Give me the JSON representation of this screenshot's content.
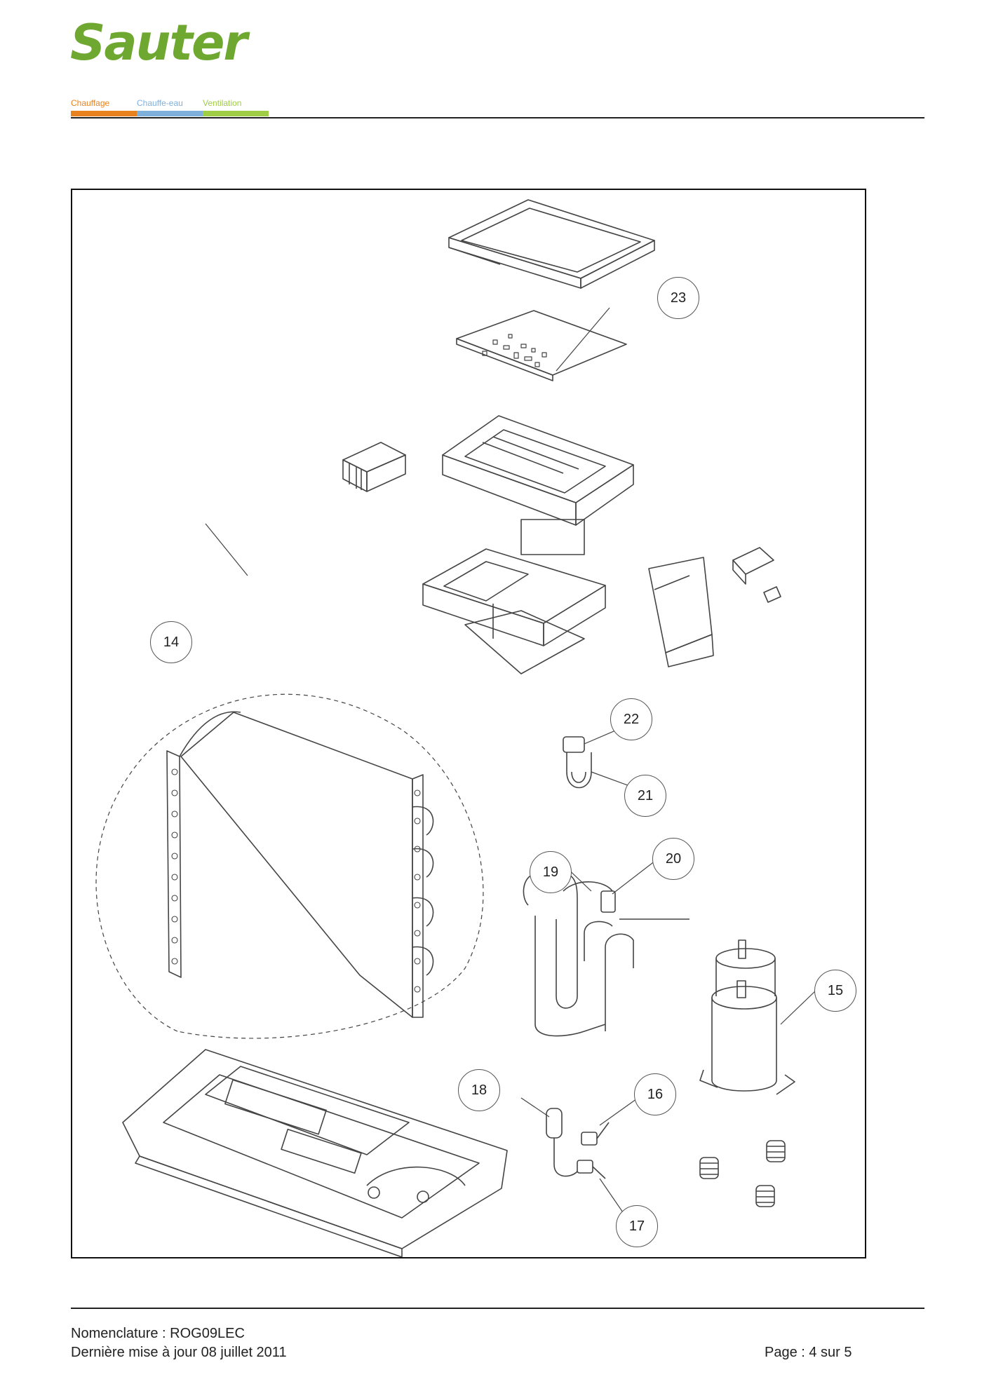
{
  "header": {
    "logo": "Sauter",
    "tabs": [
      {
        "label": "Chauffage",
        "color": "#e8821e"
      },
      {
        "label": "Chauffe-eau",
        "color": "#7fb0dc"
      },
      {
        "label": "Ventilation",
        "color": "#9fcd45"
      }
    ]
  },
  "diagram": {
    "callouts": [
      {
        "label": "23"
      },
      {
        "label": "14"
      },
      {
        "label": "22"
      },
      {
        "label": "21"
      },
      {
        "label": "19"
      },
      {
        "label": "20"
      },
      {
        "label": "15"
      },
      {
        "label": "18"
      },
      {
        "label": "16"
      },
      {
        "label": "17"
      }
    ]
  },
  "footer": {
    "nomenclature": "Nomenclature : ROG09LEC",
    "updated": "Dernière mise à jour 08 juillet 2011",
    "page": "Page : 4 sur 5"
  }
}
